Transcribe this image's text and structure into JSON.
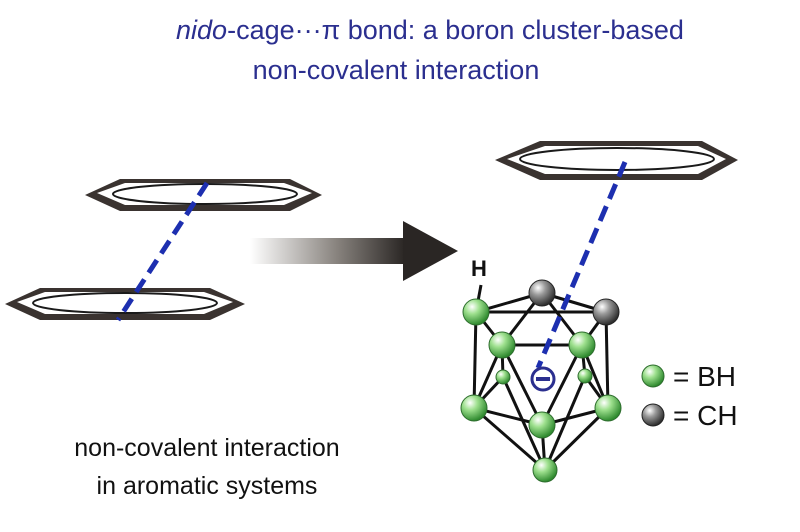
{
  "title": {
    "italic_part": "nido",
    "line1_rest": "-cage···π bond:  a boron cluster-based",
    "line2": "non-covalent  interaction"
  },
  "caption": {
    "line1": "non-covalent interaction",
    "line2": "in aromatic systems"
  },
  "cluster": {
    "h_label": "H",
    "charge_symbol": "−"
  },
  "legend": {
    "bh_label": "= BH",
    "ch_label": "= CH"
  },
  "colors": {
    "title": "#2b2f8f",
    "dashed_bond": "#1d2fb0",
    "ring": "#1a1a1a",
    "boron": "#3aa13a",
    "carbon": "#555555",
    "arrow": "#2a2a2a"
  },
  "icons": {
    "boron_atom": "green-sphere",
    "carbon_atom": "gray-sphere",
    "negative_charge": "circled-minus"
  }
}
